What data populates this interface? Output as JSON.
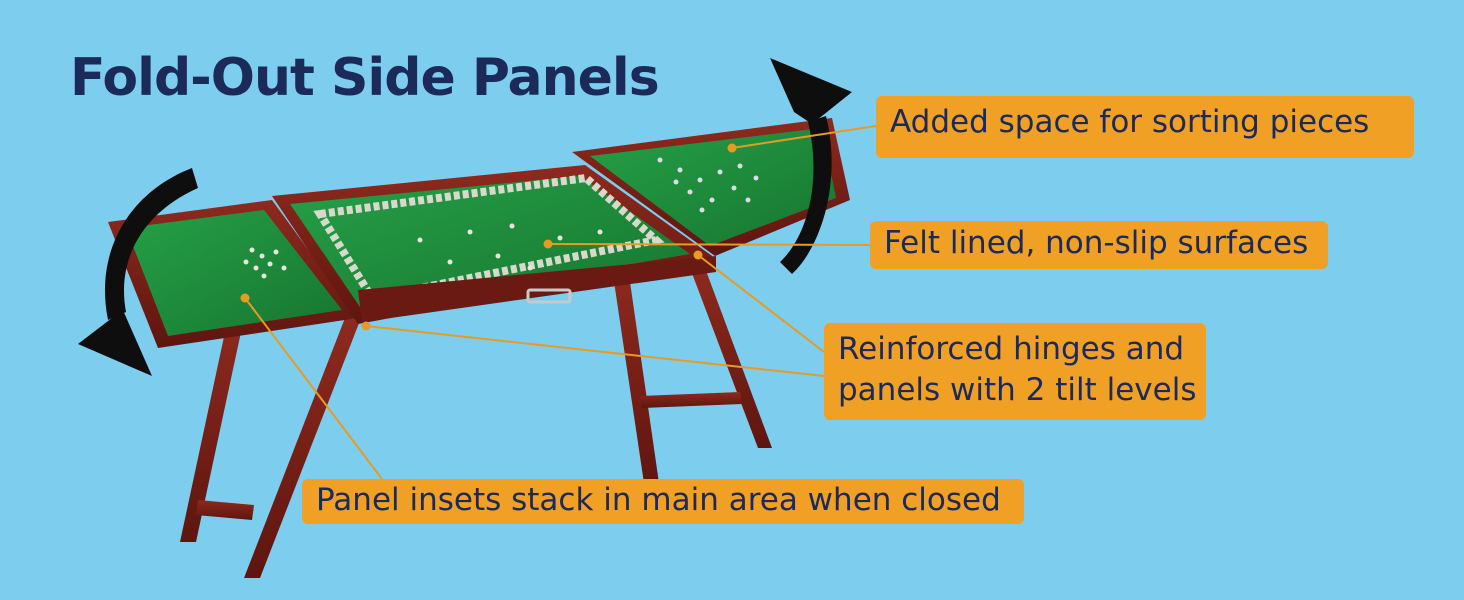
{
  "title": "Fold-Out Side Panels",
  "callouts": {
    "sorting_space": "Added space for sorting pieces",
    "felt_surface": "Felt lined, non-slip surfaces",
    "hinges": [
      "Reinforced hinges and",
      "panels with 2 tilt levels"
    ],
    "insets": "Panel insets stack in main area when closed"
  },
  "colors": {
    "background": "#7dcdee",
    "title_text": "#1c2a5a",
    "callout_fill": "#f0a025",
    "leader_line": "#e89a22",
    "felt": "#1f8a3c",
    "wood": "#7a1f17",
    "arrow": "#0e0e0e"
  },
  "icons": [
    "curved-arrow-up-icon",
    "curved-arrow-down-icon"
  ]
}
